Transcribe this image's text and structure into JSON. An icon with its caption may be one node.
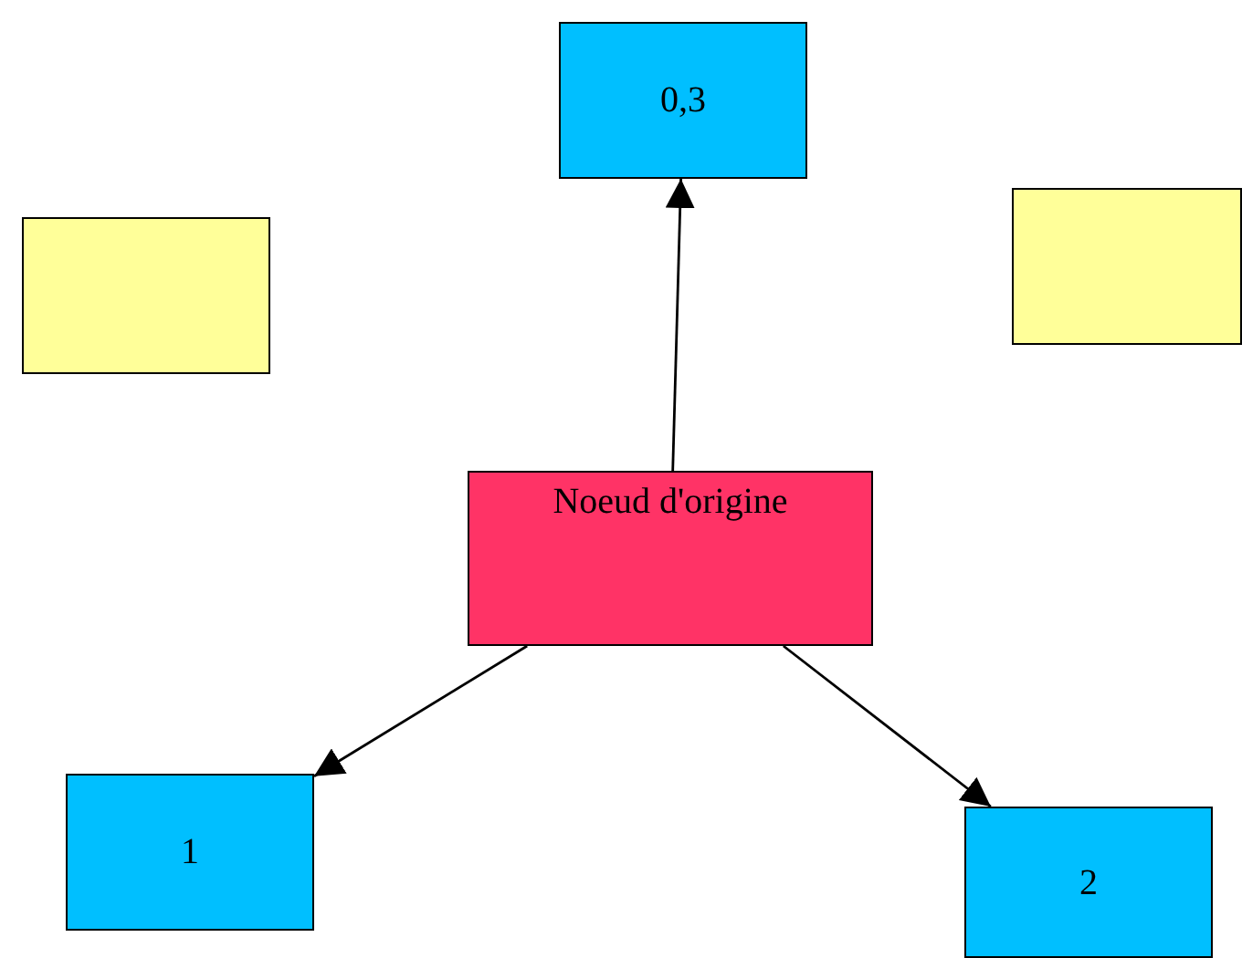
{
  "diagram": {
    "nodes": [
      {
        "text": [
          "0,3"
        ]
      },
      {
        "text": [],
        "shape": "box"
      },
      {
        "text": [],
        "shape": "box"
      },
      {
        "text": [
          "Noeud d'origine"
        ]
      },
      {
        "text": [
          "1"
        ]
      },
      {
        "text": [
          "2"
        ]
      }
    ],
    "edges": [
      {
        "from": 3,
        "to": 0,
        "arrow": "to"
      },
      {
        "from": 3,
        "to": 4,
        "arrow": "to"
      },
      {
        "from": 3,
        "to": 5,
        "arrow": "to"
      }
    ]
  }
}
